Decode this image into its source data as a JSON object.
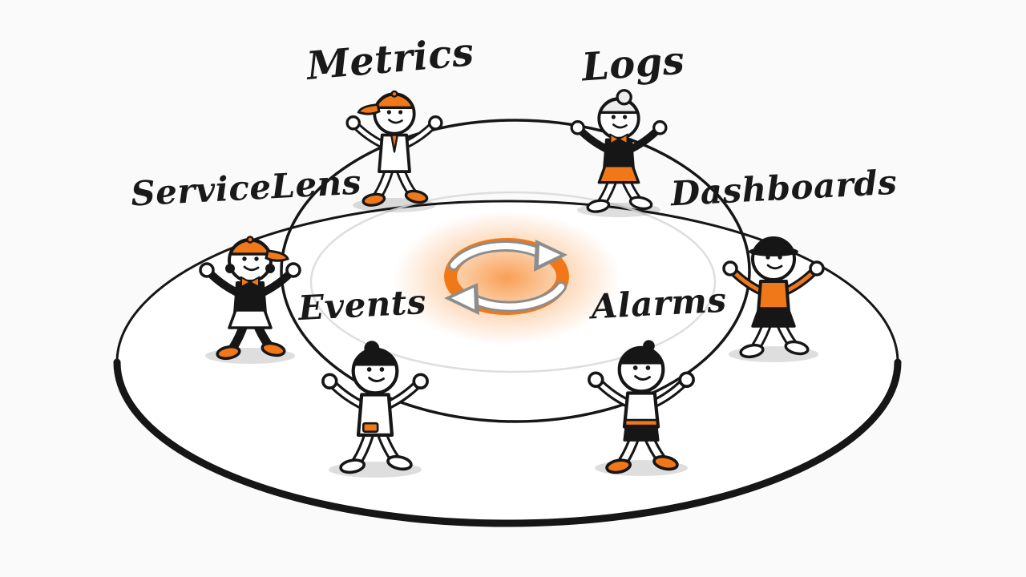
{
  "scene": {
    "description": "Six cartoon characters holding hands in a ring around a glowing orange sync-cycle icon on a white elliptical platform",
    "colors": {
      "accent": "#f07818",
      "outline": "#161616",
      "background": "#fafafa",
      "platform": "#ffffff",
      "glow": "#f9a55c"
    },
    "center_icon": "sync-cycle-icon",
    "nodes": [
      {
        "id": "metrics",
        "label": "Metrics"
      },
      {
        "id": "logs",
        "label": "Logs"
      },
      {
        "id": "servicelens",
        "label": "ServiceLens"
      },
      {
        "id": "dashboards",
        "label": "Dashboards"
      },
      {
        "id": "events",
        "label": "Events"
      },
      {
        "id": "alarms",
        "label": "Alarms"
      }
    ]
  }
}
